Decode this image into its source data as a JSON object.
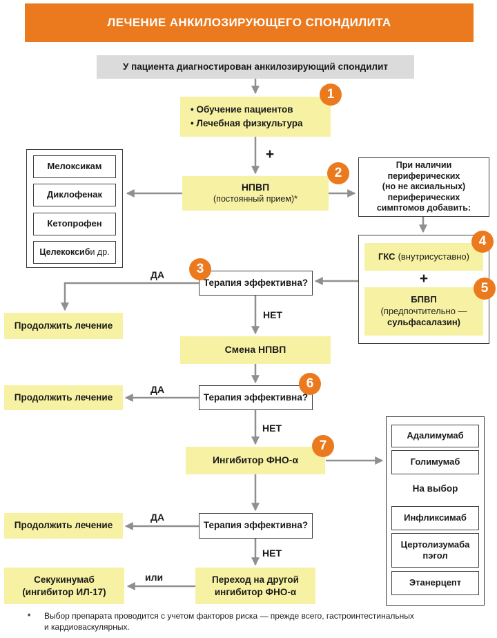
{
  "title": "ЛЕЧЕНИЕ АНКИЛОЗИРУЮЩЕГО СПОНДИЛИТА",
  "colors": {
    "orange": "#EB7A1F",
    "yellow": "#F7F2A3",
    "gray": "#DBDBDB",
    "border": "#3C3C3C",
    "text": "#1A1A1A",
    "arrow": "#8F8F8F"
  },
  "labels": {
    "yes": "ДА",
    "no": "НЕТ",
    "or": "или",
    "plus": "+"
  },
  "badges": {
    "b1": "1",
    "b2": "2",
    "b3": "3",
    "b4": "4",
    "b5": "5",
    "b6": "6",
    "b7": "7"
  },
  "start": {
    "text": "У пациента диагностирован анкилозирующий спондилит"
  },
  "education": {
    "line1": "• Обучение пациентов",
    "line2": "• Лечебная физкультура"
  },
  "nsaid": {
    "title": "НПВП",
    "subtitle": "(постоянный прием)*"
  },
  "nsaid_drugs": [
    {
      "name": "Мелоксикам",
      "suffix": ""
    },
    {
      "name": "Диклофенак",
      "suffix": ""
    },
    {
      "name": "Кетопрофен",
      "suffix": ""
    },
    {
      "name": "Целекоксиб",
      "suffix": " и др."
    }
  ],
  "peripheral": {
    "line1": "При наличии",
    "line2": "периферических",
    "line3": "(но не аксиальных)",
    "line4": "периферических",
    "line5": "симптомов добавить:"
  },
  "gks": {
    "title": "ГКС",
    "subtitle": "(внутрисуставно)"
  },
  "dmard": {
    "title": "БПВП",
    "line2": "(предпочтительно —",
    "line3": "сульфасалазин)"
  },
  "therapy_question": "Терапия эффективна?",
  "continue_treatment": "Продолжить лечение",
  "switch_nsaid": "Смена НПВП",
  "tnf_inhibitor": "Ингибитор ФНО-α",
  "choice_label": "На выбор",
  "tnf_drugs": [
    {
      "line1": "Адалимумаб",
      "line2": ""
    },
    {
      "line1": "Голимумаб",
      "line2": ""
    },
    {
      "line1": "Инфликсимаб",
      "line2": ""
    },
    {
      "line1": "Цертолизумаба",
      "line2": "пэгол"
    },
    {
      "line1": "Этанерцепт",
      "line2": ""
    }
  ],
  "switch_tnf": {
    "line1": "Переход на другой",
    "line2": "ингибитор ФНО-α"
  },
  "secukinumab": {
    "line1": "Секукинумаб",
    "line2": "(ингибитор ИЛ-17)"
  },
  "footnote": {
    "mark": "*",
    "line1": "Выбор препарата проводится с учетом факторов риска — прежде всего, гастроинтестинальных",
    "line2": "и кардиоваскулярных."
  }
}
